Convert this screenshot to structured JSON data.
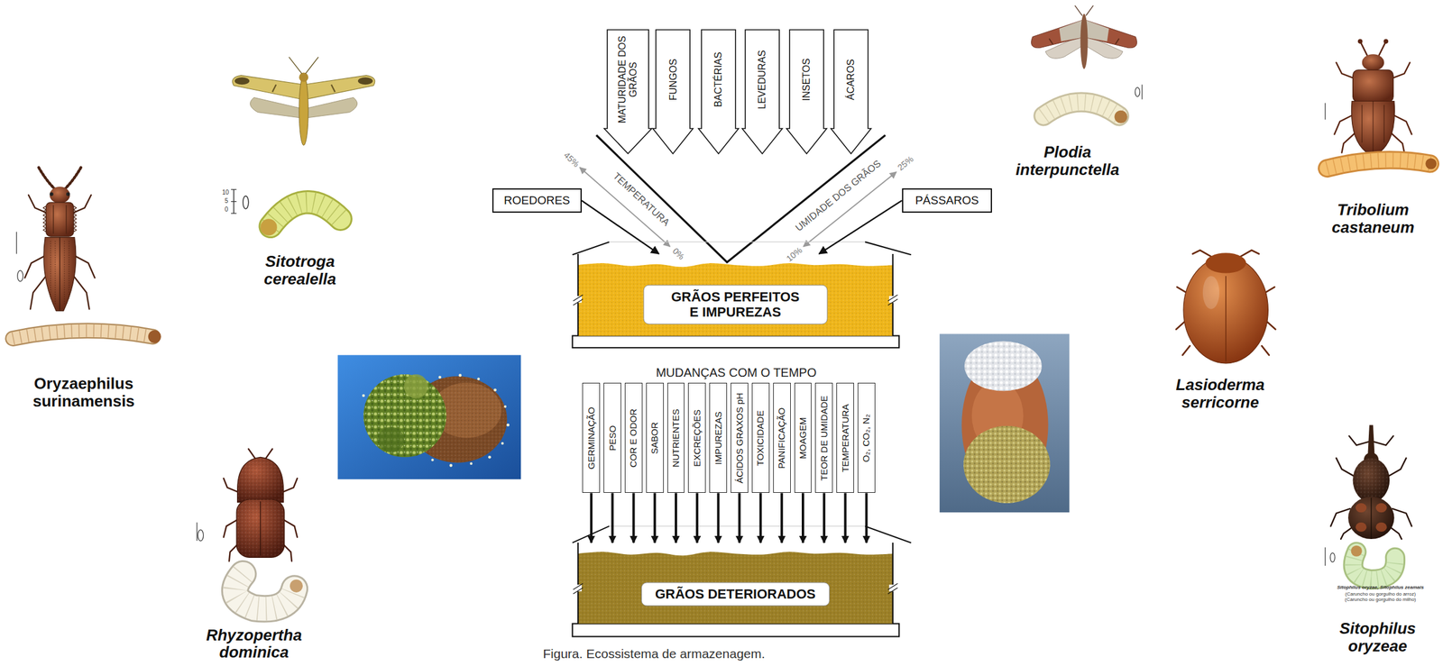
{
  "diagram": {
    "caption": "Figura. Ecossistema de armazenagem.",
    "nodes": [
      {
        "text": [
          "MATURIDADE DOS GRÃOS"
        ]
      },
      {
        "text": [
          "FUNGOS"
        ]
      },
      {
        "text": [
          "BACTÉRIAS"
        ]
      },
      {
        "text": [
          "LEVEDURAS"
        ]
      },
      {
        "text": [
          "INSETOS"
        ]
      },
      {
        "text": [
          "ÁCAROS"
        ]
      },
      {
        "text": [
          "ROEDORES"
        ]
      },
      {
        "text": [
          "PÁSSAROS"
        ]
      },
      {
        "text": [
          "GRÃOS PERFEITOS E IMPUREZAS"
        ]
      },
      {
        "text": [
          "GERMINAÇÃO"
        ]
      },
      {
        "text": [
          "PESO"
        ]
      },
      {
        "text": [
          "COR E ODOR"
        ]
      },
      {
        "text": [
          "SABOR"
        ]
      },
      {
        "text": [
          "NUTRIENTES"
        ]
      },
      {
        "text": [
          "EXCREÇÕES"
        ]
      },
      {
        "text": [
          "IMPUREZAS"
        ]
      },
      {
        "text": [
          "ÁCIDOS GRAXOS pH"
        ]
      },
      {
        "text": [
          "TOXICIDADE"
        ]
      },
      {
        "text": [
          "PANIFICAÇÃO"
        ]
      },
      {
        "text": [
          "MOAGEM"
        ]
      },
      {
        "text": [
          "TEOR DE UMIDADE"
        ]
      },
      {
        "text": [
          "TEMPERATURA"
        ]
      },
      {
        "text": [
          "O₂, CO₂, N₂"
        ]
      },
      {
        "text": [
          "GRÃOS DETERIORADOS"
        ]
      }
    ],
    "edges": [
      {
        "from": 6,
        "to": 8,
        "arrow": "to"
      },
      {
        "from": 7,
        "to": 8,
        "arrow": "to"
      },
      {
        "from": 9,
        "to": 23,
        "arrow": "to"
      },
      {
        "from": 10,
        "to": 23,
        "arrow": "to"
      },
      {
        "from": 11,
        "to": 23,
        "arrow": "to"
      },
      {
        "from": 12,
        "to": 23,
        "arrow": "to"
      },
      {
        "from": 13,
        "to": 23,
        "arrow": "to"
      },
      {
        "from": 14,
        "to": 23,
        "arrow": "to"
      },
      {
        "from": 15,
        "to": 23,
        "arrow": "to"
      },
      {
        "from": 16,
        "to": 23,
        "arrow": "to"
      },
      {
        "from": 17,
        "to": 23,
        "arrow": "to"
      },
      {
        "from": 18,
        "to": 23,
        "arrow": "to"
      },
      {
        "from": 19,
        "to": 23,
        "arrow": "to"
      },
      {
        "from": 20,
        "to": 23,
        "arrow": "to"
      },
      {
        "from": 21,
        "to": 23,
        "arrow": "to"
      },
      {
        "from": 22,
        "to": 23,
        "arrow": "to"
      }
    ],
    "labels": [
      "TEMPERATURA",
      "45%",
      "0%",
      "UMIDADE DOS GRÃOS",
      "25%",
      "10%",
      "MUDANÇAS COM O TEMPO",
      "Sitotroga cerealella",
      "10",
      "5",
      "0",
      "Oryzaephilus surinamensis",
      "Rhyzopertha dominica",
      "Plodia interpunctella",
      "Tribolium castaneum",
      "Lasioderma serricorne",
      "Sitophilus oryzae, Sitophilus zeamais",
      "(Caruncho ou gorgulho do arroz)",
      "(Caruncho ou gorgulho do milho)",
      "Sitophilus oryzeae"
    ]
  }
}
